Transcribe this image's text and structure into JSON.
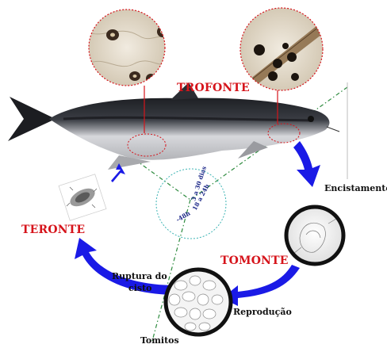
{
  "labels": {
    "trofonte": "TROFONTE",
    "teronte": "TERONTE",
    "tomonte": "TOMONTE",
    "encistamento": "Encistamento",
    "ruptura_line1": "Ruptura do",
    "ruptura_line2": "cisto",
    "reproducao": "Reprodução",
    "tomitos": "Tomitos"
  },
  "times": {
    "t1": "3 a 30 dias",
    "t2": "18 a 24h",
    "t3": "-48h"
  },
  "colors": {
    "stage_label": "#d6141b",
    "arrow": "#1a1ae6",
    "time_text": "#1f2a8a",
    "dash_line": "#2e8b3f",
    "fish_back": "#2a2c30",
    "fish_belly": "#c9c9cc",
    "inset_border": "#d6141b"
  }
}
